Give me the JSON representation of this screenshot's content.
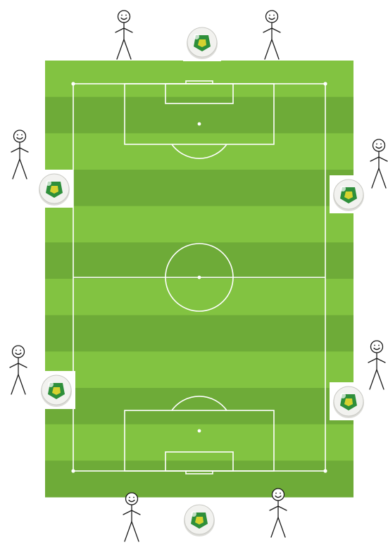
{
  "diagram": {
    "colors": {
      "pitch_light": "#82c341",
      "pitch_dark": "#6eab38",
      "line": "#ffffff",
      "figure": "#1a1a1a",
      "ball_white": "#f2f2ef",
      "ball_green": "#2e8f3a",
      "ball_yellow": "#d6d230"
    },
    "pitch_stripes": 12,
    "players": [
      {
        "id": "top-left",
        "icon": "stick-figure-icon"
      },
      {
        "id": "top-right",
        "icon": "stick-figure-icon"
      },
      {
        "id": "left-upper",
        "icon": "stick-figure-icon"
      },
      {
        "id": "right-upper",
        "icon": "stick-figure-icon"
      },
      {
        "id": "left-lower",
        "icon": "stick-figure-icon"
      },
      {
        "id": "right-lower",
        "icon": "stick-figure-icon"
      },
      {
        "id": "bottom-left",
        "icon": "stick-figure-icon"
      },
      {
        "id": "bottom-right",
        "icon": "stick-figure-icon"
      }
    ],
    "balls": [
      {
        "id": "top",
        "icon": "soccer-ball-icon"
      },
      {
        "id": "left-upper",
        "icon": "soccer-ball-icon"
      },
      {
        "id": "right-upper",
        "icon": "soccer-ball-icon"
      },
      {
        "id": "left-lower",
        "icon": "soccer-ball-icon"
      },
      {
        "id": "right-lower",
        "icon": "soccer-ball-icon"
      },
      {
        "id": "bottom",
        "icon": "soccer-ball-icon"
      }
    ]
  }
}
